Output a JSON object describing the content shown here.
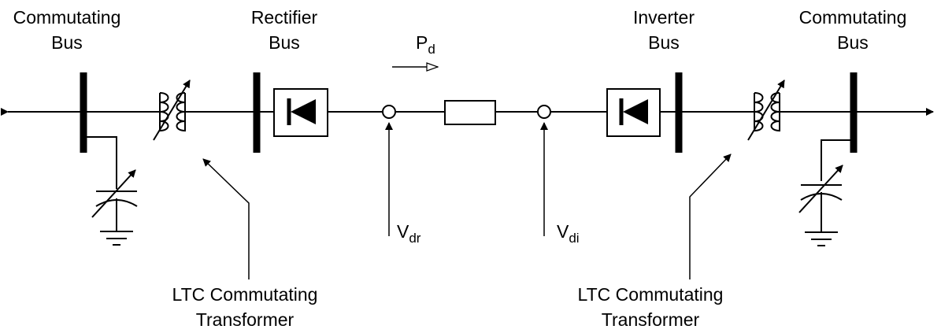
{
  "labels": {
    "commutating_bus_left": [
      "Commutating",
      "Bus"
    ],
    "rectifier_bus": [
      "Rectifier",
      "Bus"
    ],
    "inverter_bus": [
      "Inverter",
      "Bus"
    ],
    "commutating_bus_right": [
      "Commutating",
      "Bus"
    ],
    "ltc_left": [
      "LTC Commutating",
      "Transformer"
    ],
    "ltc_right": [
      "LTC Commutating",
      "Transformer"
    ]
  },
  "power": {
    "symbol": "P",
    "subscript": "d"
  },
  "voltage_rectifier": {
    "symbol": "V",
    "subscript": "dr"
  },
  "voltage_inverter": {
    "symbol": "V",
    "subscript": "di"
  }
}
